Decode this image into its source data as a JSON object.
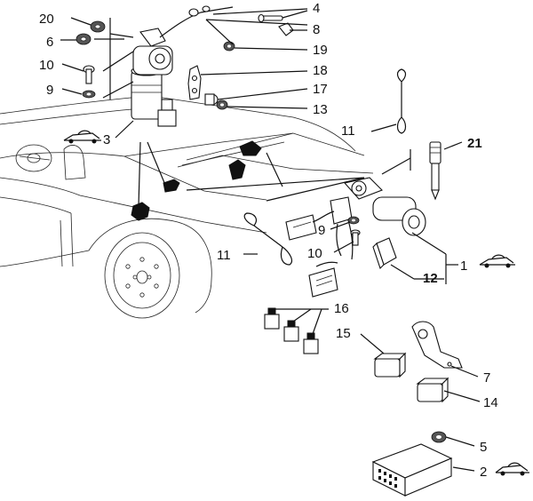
{
  "callouts": {
    "c1": "1",
    "c2": "2",
    "c3": "3",
    "c4": "4",
    "c5": "5",
    "c6": "6",
    "c7": "7",
    "c8": "8",
    "c9a": "9",
    "c9b": "9",
    "c10a": "10",
    "c10b": "10",
    "c11a": "11",
    "c11b": "11",
    "c12": "12",
    "c13": "13",
    "c14": "14",
    "c15": "15",
    "c16": "16",
    "c17": "17",
    "c18": "18",
    "c19": "19",
    "c20": "20",
    "c21": "21"
  },
  "icons": {
    "convertible_symbol": "convertible-car-symbol"
  }
}
